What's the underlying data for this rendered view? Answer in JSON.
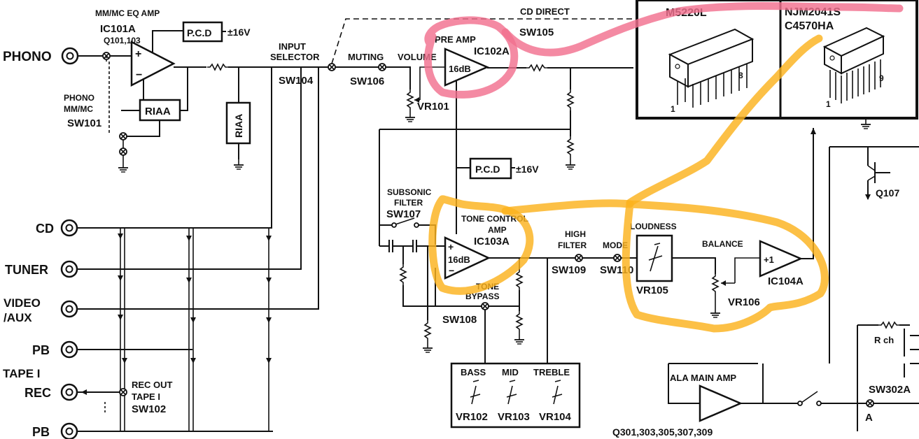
{
  "labels": {
    "phono": "PHONO",
    "cd": "CD",
    "tuner": "TUNER",
    "video1": "VIDEO",
    "video2": "/AUX",
    "pb1": "PB",
    "tape": "TAPE I",
    "rec": "REC",
    "pb2": "PB",
    "eq_title": "MM/MC EQ AMP",
    "ic101a": "IC101A",
    "q101": "Q101,103",
    "pcd1": "P.C.D",
    "v16_1": "±16V",
    "riaa1": "RIAA",
    "riaa2": "RIAA",
    "phono_sw1": "PHONO",
    "phono_sw2": "MM/MC",
    "sw101": "SW101",
    "input_sel1": "INPUT",
    "input_sel2": "SELECTOR",
    "sw104": "SW104",
    "muting": "MUTING",
    "volume": "VOLUME",
    "sw106": "SW106",
    "vr101": "VR101",
    "cd_direct": "CD DIRECT",
    "sw105": "SW105",
    "pre_amp": "PRE AMP",
    "ic102a": "IC102A",
    "gain1": "16dB",
    "pcd2": "P.C.D",
    "v16_2": "±16V",
    "subsonic1": "SUBSONIC",
    "subsonic2": "FILTER",
    "sw107": "SW107",
    "tone_ctl1": "TONE CONTROL",
    "tone_ctl2": "AMP",
    "ic103a": "IC103A",
    "gain2": "16dB",
    "tone_bypass1": "TONE",
    "tone_bypass2": "BYPASS",
    "sw108": "SW108",
    "high_filter1": "HIGH",
    "high_filter2": "FILTER",
    "sw109": "SW109",
    "mode": "MODE",
    "sw110": "SW110",
    "loudness": "LOUDNESS",
    "vr105": "VR105",
    "balance": "BALANCE",
    "vr106": "VR106",
    "plus1": "+1",
    "ic104a": "IC104A",
    "bass": "BASS",
    "mid": "MID",
    "treble": "TREBLE",
    "vr102": "VR102",
    "vr103": "VR103",
    "vr104": "VR104",
    "rec_out1": "REC OUT",
    "rec_out2": "TAPE I",
    "sw102": "SW102",
    "chip1": "M5220L",
    "chip2a": "NJM2041S",
    "chip2b": "C4570HA",
    "pin1a": "1",
    "pin8": "8",
    "pin1b": "1",
    "pin9": "9",
    "q107": "Q107",
    "rch": "R ch",
    "ala": "ALA MAIN AMP",
    "q301": "Q301,303,305,307,309",
    "sw302": "SW302A",
    "sw302b": "A"
  },
  "colors": {
    "highlight_pink": "#f2708f",
    "highlight_orange": "#fbb21d",
    "ink": "#111111"
  }
}
